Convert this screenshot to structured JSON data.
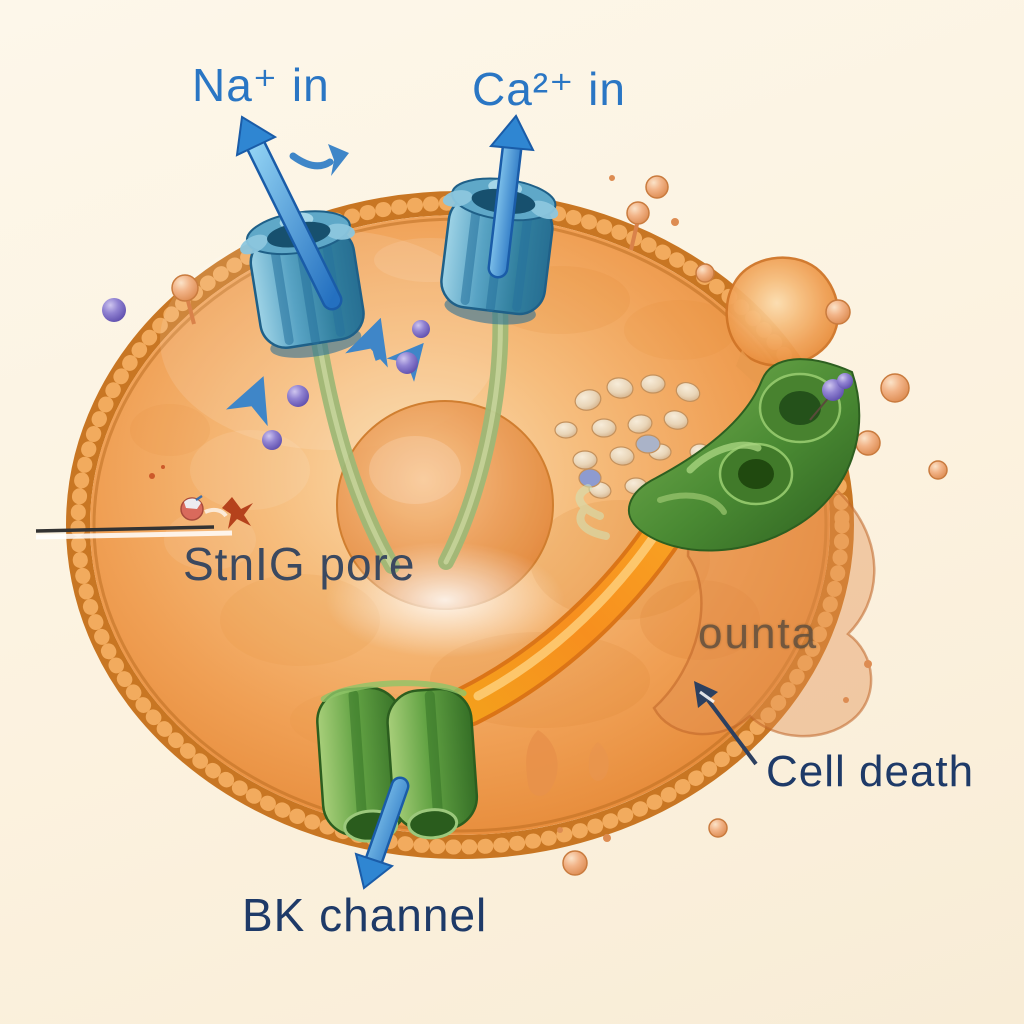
{
  "figure": "cell-ion-channel-illustration",
  "labels": {
    "na_in": "Na⁺ in",
    "ca_in": "Ca²⁺ in",
    "stnig_pore": "StnIG pore",
    "garbled_text": "ounta",
    "cell_death": "Cell death",
    "bk_channel": "BK channel"
  },
  "icons": {
    "na_arrow": "thick-blue-arrow-up-out-of-channel",
    "ca_arrow": "thick-blue-arrow-up-out-of-channel",
    "small_curved_arrow": "small-blue-arrow-right",
    "bk_arrow": "blue-arrow-down-out-of-green-channel",
    "cell_death_arrow": "thin-navy-arrow-up-left",
    "leader_line": "black-pointer-line-to-stnig-pore",
    "red_star": "small-red-star-burst",
    "capsule": "small-pink-white-molecule"
  },
  "palette": {
    "background": "#fdf4e4",
    "label_blue": "#2a76c4",
    "label_navy": "#1e3a68",
    "label_slate": "#3b4960",
    "garbled_gray": "#55493c",
    "cell_fill": "#f2a85c",
    "membrane_orange": "#c87623",
    "channel_teal": "#3c84ad",
    "channel_green": "#4b8a33",
    "tube_orange": "#f39115",
    "ion_purple": "#7465c0",
    "arrow_blue": "#2f86d2",
    "vesicle_cream": "#ecdcc2"
  }
}
